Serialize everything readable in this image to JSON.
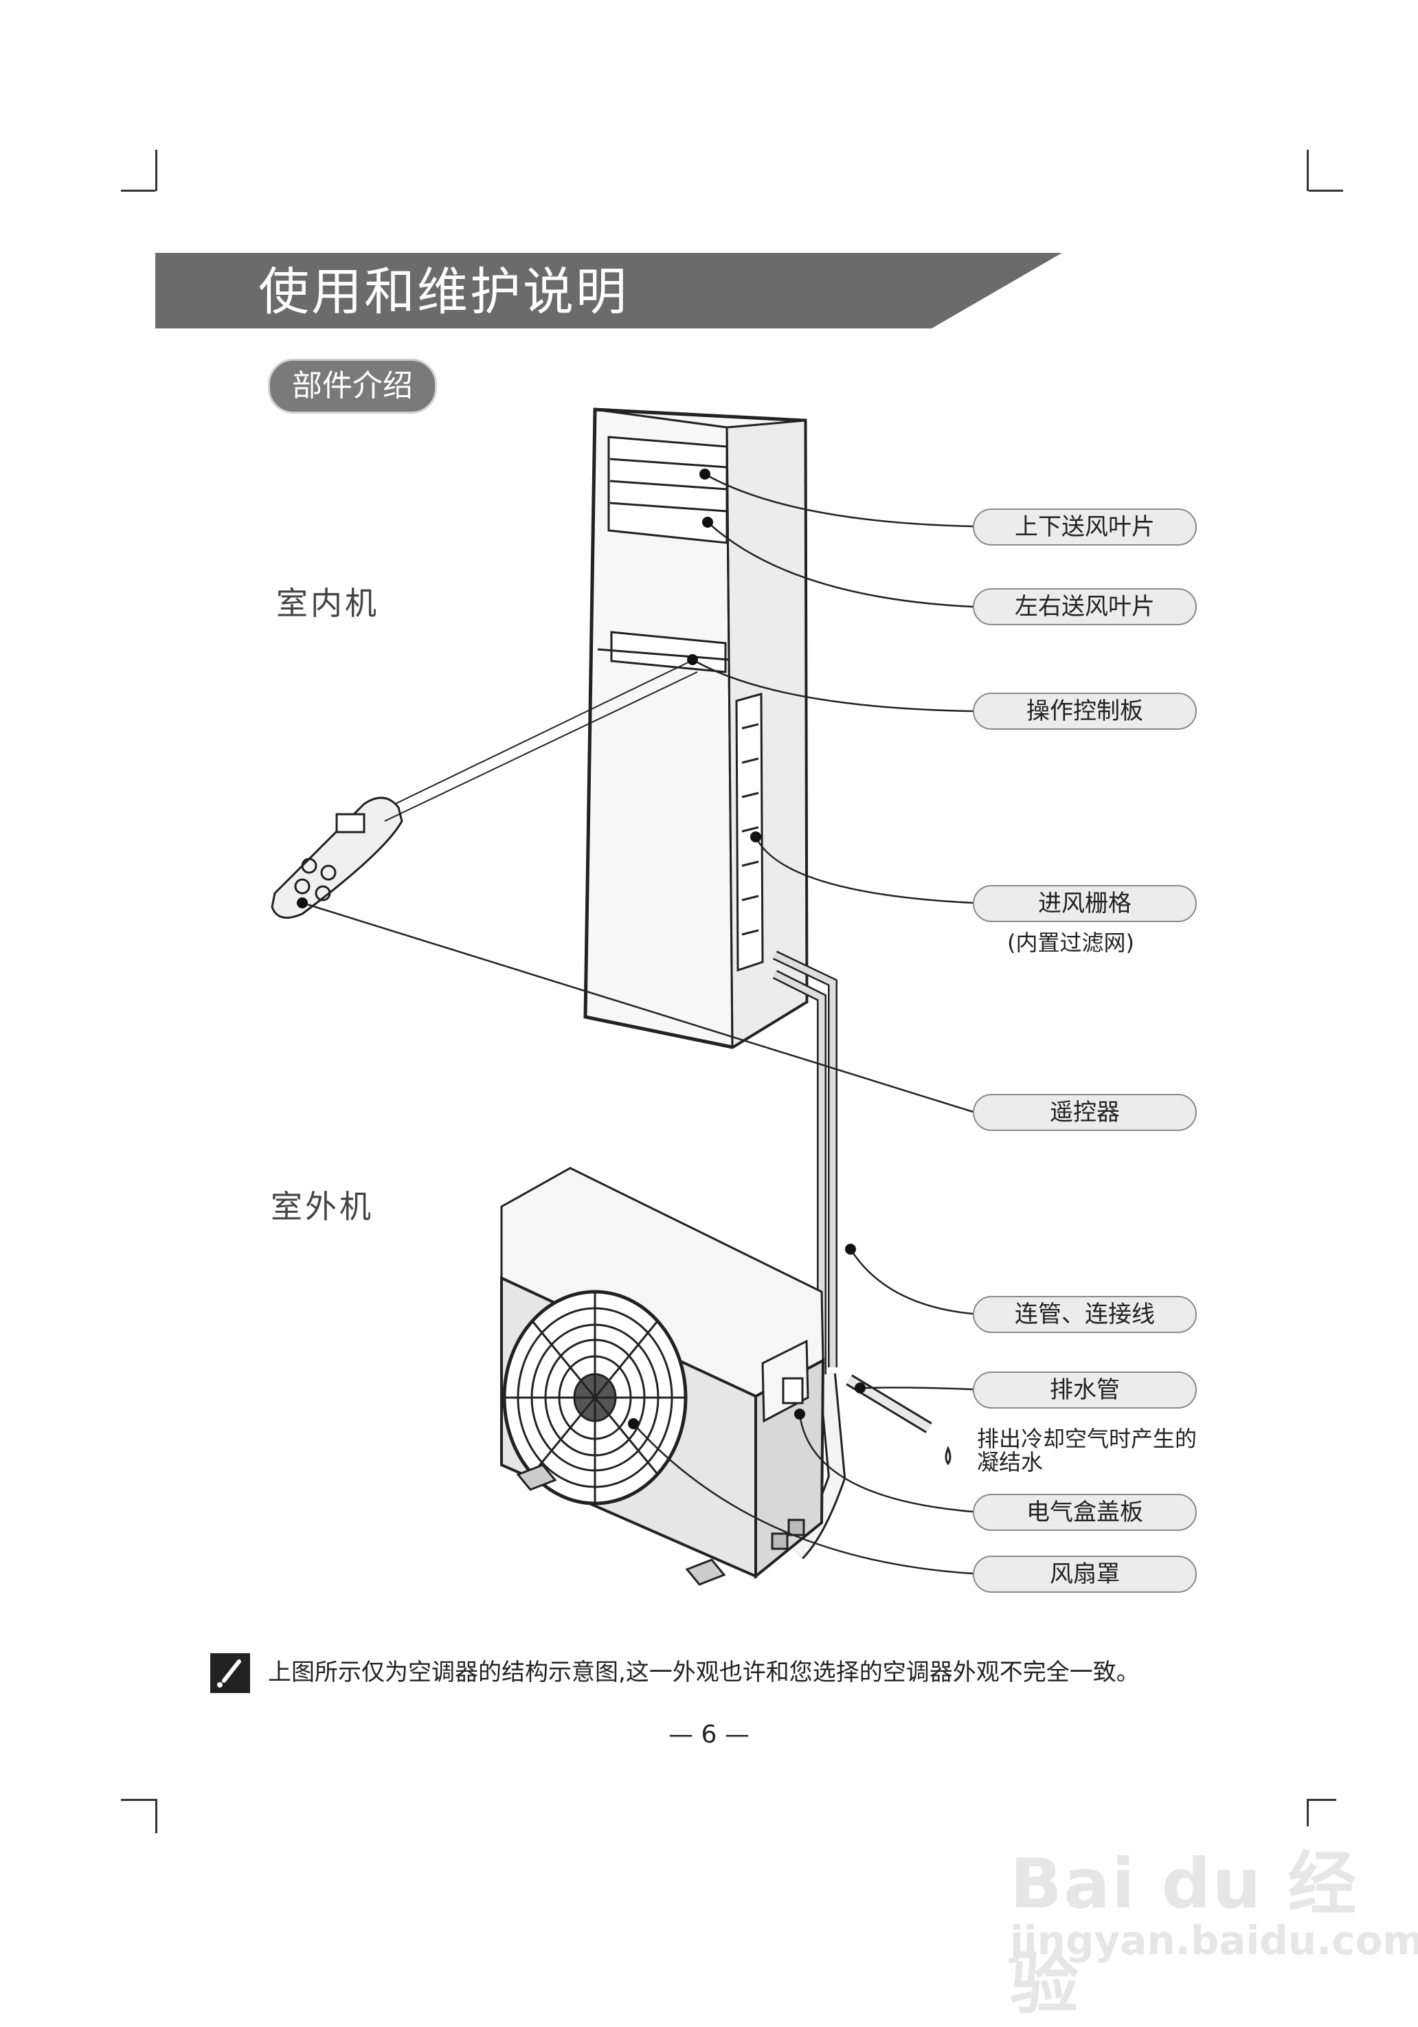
{
  "header": {
    "title": "使用和维护说明"
  },
  "section": {
    "label": "部件介绍"
  },
  "units": {
    "indoor": "室内机",
    "outdoor": "室外机"
  },
  "callouts": {
    "louver_vertical": "上下送风叶片",
    "louver_horizontal": "左右送风叶片",
    "control_panel": "操作控制板",
    "air_inlet_grille": "进风栅格",
    "air_inlet_grille_note": "(内置过滤网)",
    "remote": "遥控器",
    "piping": "连管、连接线",
    "drain": "排水管",
    "drain_note_1": "排出冷却空气时产生的",
    "drain_note_2": "凝结水",
    "electric_box": "电气盒盖板",
    "fan_guard": "风扇罩"
  },
  "note": {
    "text": "上图所示仅为空调器的结构示意图,这一外观也许和您选择的空调器外观不完全一致。"
  },
  "page": {
    "number": "— 6 —"
  },
  "watermark": {
    "logo": "Bai du 经验",
    "url": "jingyan.baidu.com"
  },
  "colors": {
    "banner": "#6b6b6b",
    "pill": "#7a7a7a",
    "callout_bg": "#ececec",
    "line": "#222222"
  }
}
